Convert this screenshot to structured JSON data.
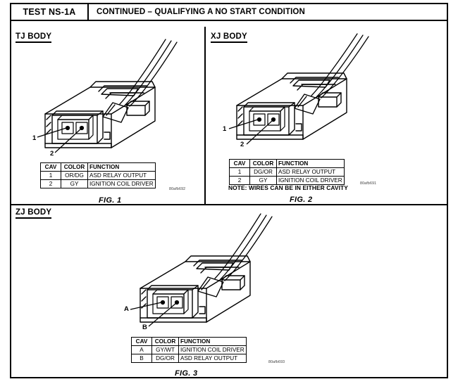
{
  "header": {
    "test_code": "TEST NS-1A",
    "title": "CONTINUED – QUALIFYING A NO START CONDITION"
  },
  "panels": [
    {
      "heading": "TJ BODY",
      "figure_caption": "FIG. 1",
      "artifact_code": "80afb692",
      "callouts": [
        "1",
        "2"
      ],
      "table": {
        "columns": [
          "CAV",
          "COLOR",
          "FUNCTION"
        ],
        "rows": [
          {
            "cav": "1",
            "color": "OR/DG",
            "function": "ASD RELAY OUTPUT"
          },
          {
            "cav": "2",
            "color": "GY",
            "function": "IGNITION COIL DRIVER"
          }
        ]
      },
      "note": ""
    },
    {
      "heading": "XJ BODY",
      "figure_caption": "FIG. 2",
      "artifact_code": "80afb691",
      "callouts": [
        "1",
        "2"
      ],
      "table": {
        "columns": [
          "CAV",
          "COLOR",
          "FUNCTION"
        ],
        "rows": [
          {
            "cav": "1",
            "color": "DG/OR",
            "function": "ASD RELAY OUTPUT"
          },
          {
            "cav": "2",
            "color": "GY",
            "function": "IGNITION COIL DRIVER"
          }
        ]
      },
      "note": "NOTE: WIRES CAN BE IN EITHER CAVITY"
    },
    {
      "heading": "ZJ BODY",
      "figure_caption": "FIG. 3",
      "artifact_code": "80afb693",
      "callouts": [
        "A",
        "B"
      ],
      "table": {
        "columns": [
          "CAV",
          "COLOR",
          "FUNCTION"
        ],
        "rows": [
          {
            "cav": "A",
            "color": "GY/WT",
            "function": "IGNITION COIL DRIVER"
          },
          {
            "cav": "B",
            "color": "DG/OR",
            "function": "ASD RELAY OUTPUT"
          }
        ]
      },
      "note": ""
    }
  ],
  "colors": {
    "line": "#000000",
    "page": "#ffffff"
  }
}
